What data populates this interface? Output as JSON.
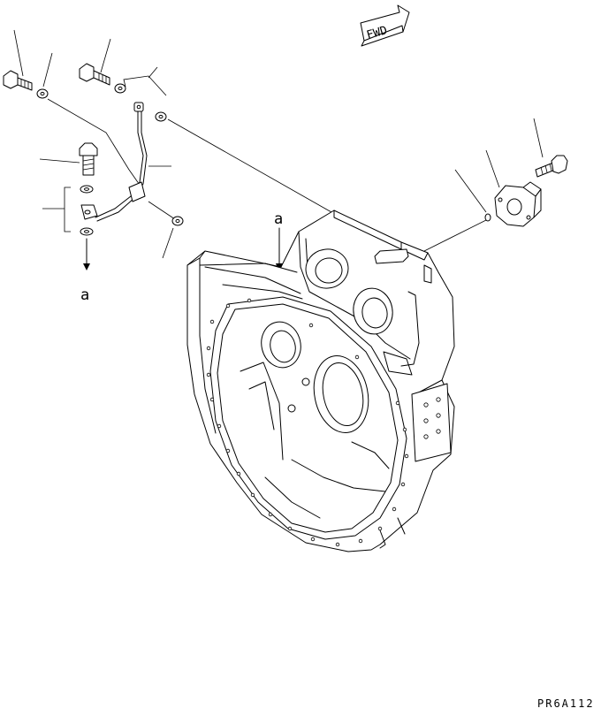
{
  "labels": {
    "fwd": "FWD",
    "ref_a_upper": "a",
    "ref_a_left": "a",
    "drawing_code": "PR6A112"
  }
}
